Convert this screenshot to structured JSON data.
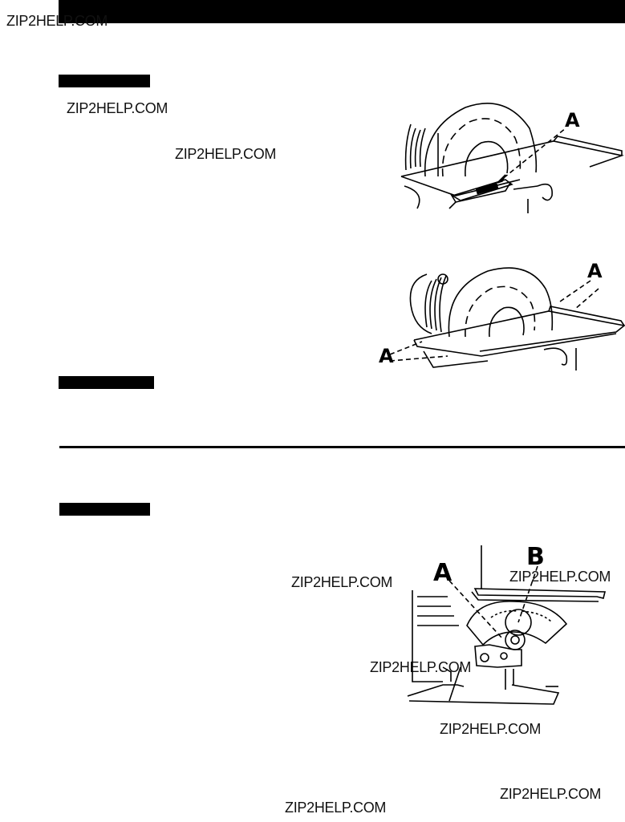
{
  "watermark": "ZIP2HELP.COM",
  "figures": {
    "fig1": {
      "callouts": [
        "A"
      ]
    },
    "fig2": {
      "callouts": [
        "A",
        "A"
      ]
    },
    "fig3": {
      "callouts": [
        "A",
        "B"
      ]
    }
  }
}
